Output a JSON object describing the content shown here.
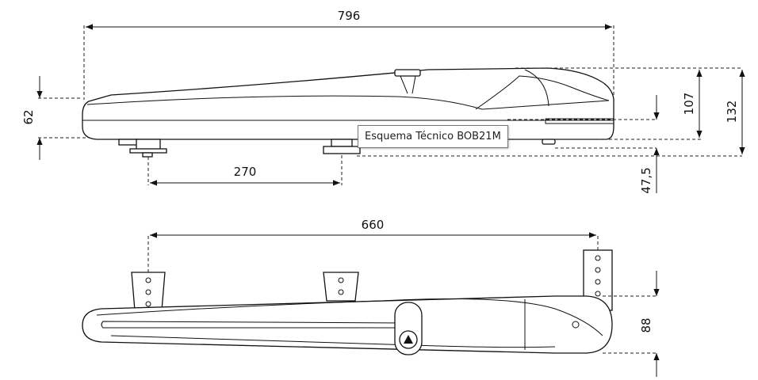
{
  "dimensions": {
    "overall_length": "796",
    "height_62": "62",
    "height_107": "107",
    "height_132": "132",
    "height_47_5": "47,5",
    "spacing_270": "270",
    "length_660": "660",
    "width_88": "88"
  },
  "tooltip": {
    "text": "Esquema Técnico BOB21M"
  }
}
